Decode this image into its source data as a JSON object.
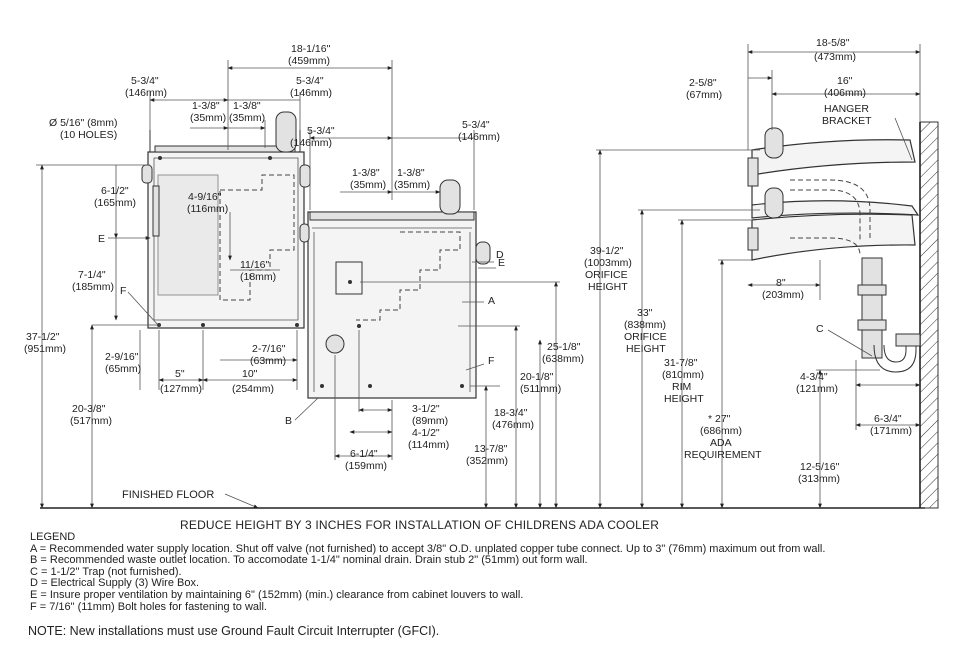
{
  "dims": {
    "d1": "18-1/16\"",
    "d1mm": "(459mm)",
    "d2": "5-3/4\"",
    "d2mm": "(146mm)",
    "d3": "5-3/4\"",
    "d3mm": "(146mm)",
    "d4": "1-3/8\"",
    "d4mm": "(35mm)",
    "d5": "1-3/8\"",
    "d5mm": "(35mm)",
    "d6": "Ø 5/16\" (8mm)",
    "d6b": "(10 HOLES)",
    "d7": "5-3/4\"",
    "d7mm": "(146mm)",
    "d8": "5-3/4\"",
    "d8mm": "(146mm)",
    "d9": "1-3/8\"",
    "d9mm": "(35mm)",
    "d10": "1-3/8\"",
    "d10mm": "(35mm)",
    "d11": "6-1/2\"",
    "d11mm": "(165mm)",
    "d12": "4-9/16\"",
    "d12mm": "(116mm)",
    "d13": "11/16\"",
    "d13mm": "(18mm)",
    "d14": "7-1/4\"",
    "d14mm": "(185mm)",
    "d15": "37-1/2\"",
    "d15mm": "(951mm)",
    "d16": "2-9/16\"",
    "d16mm": "(65mm)",
    "d17": "5\"",
    "d17mm": "(127mm)",
    "d18": "10\"",
    "d18mm": "(254mm)",
    "d19": "2-7/16\"",
    "d19mm": "(63mm)",
    "d20": "20-3/8\"",
    "d20mm": "(517mm)",
    "d21": "3-1/2\"",
    "d21mm": "(89mm)",
    "d22": "4-1/2\"",
    "d22mm": "(114mm)",
    "d23": "6-1/4\"",
    "d23mm": "(159mm)",
    "d24": "25-1/8\"",
    "d24mm": "(638mm)",
    "d25": "20-1/8\"",
    "d25mm": "(511mm)",
    "d26": "18-3/4\"",
    "d26mm": "(476mm)",
    "d27": "13-7/8\"",
    "d27mm": "(352mm)",
    "d28": "39-1/2\"",
    "d28mm": "(1003mm)",
    "d28a": "ORIFICE",
    "d28b": "HEIGHT",
    "d29": "33\"",
    "d29mm": "(838mm)",
    "d29a": "ORIFICE",
    "d29b": "HEIGHT",
    "d30": "31-7/8\"",
    "d30mm": "(810mm)",
    "d30a": "RIM",
    "d30b": "HEIGHT",
    "d31": "* 27\"",
    "d31mm": "(686mm)",
    "d31a": "ADA",
    "d31b": "REQUIREMENT",
    "d32": "18-5/8\"",
    "d32mm": "(473mm)",
    "d33": "2-5/8\"",
    "d33mm": "(67mm)",
    "d34": "16\"",
    "d34mm": "(406mm)",
    "d35a": "HANGER",
    "d35b": "BRACKET",
    "d36": "8\"",
    "d36mm": "(203mm)",
    "d37": "4-3/4\"",
    "d37mm": "(121mm)",
    "d38": "6-3/4\"",
    "d38mm": "(171mm)",
    "d39": "12-5/16\"",
    "d39mm": "(313mm)"
  },
  "callouts": {
    "A": "A",
    "B": "B",
    "C": "C",
    "D": "D",
    "E": "E",
    "F": "F"
  },
  "finished_floor": "FINISHED FLOOR",
  "reduce_note": "REDUCE HEIGHT BY 3 INCHES FOR INSTALLATION OF CHILDRENS ADA COOLER",
  "legend": {
    "title": "LEGEND",
    "items": [
      "A = Recommended water supply location. Shut off valve (not furnished) to accept 3/8\" O.D. unplated copper tube connect. Up to 3\" (76mm) maximum out from wall.",
      "B = Recommended waste outlet location. To accomodate 1-1/4\" nominal drain. Drain stub 2\" (51mm) out form wall.",
      "C = 1-1/2\" Trap (not furnished).",
      "D = Electrical Supply (3) Wire Box.",
      "E = Insure proper ventilation by maintaining 6\" (152mm) (min.) clearance from cabinet louvers to wall.",
      "F = 7/16\" (11mm) Bolt holes for fastening to wall."
    ]
  },
  "note": "NOTE: New installations must use Ground Fault Circuit Interrupter (GFCI)."
}
